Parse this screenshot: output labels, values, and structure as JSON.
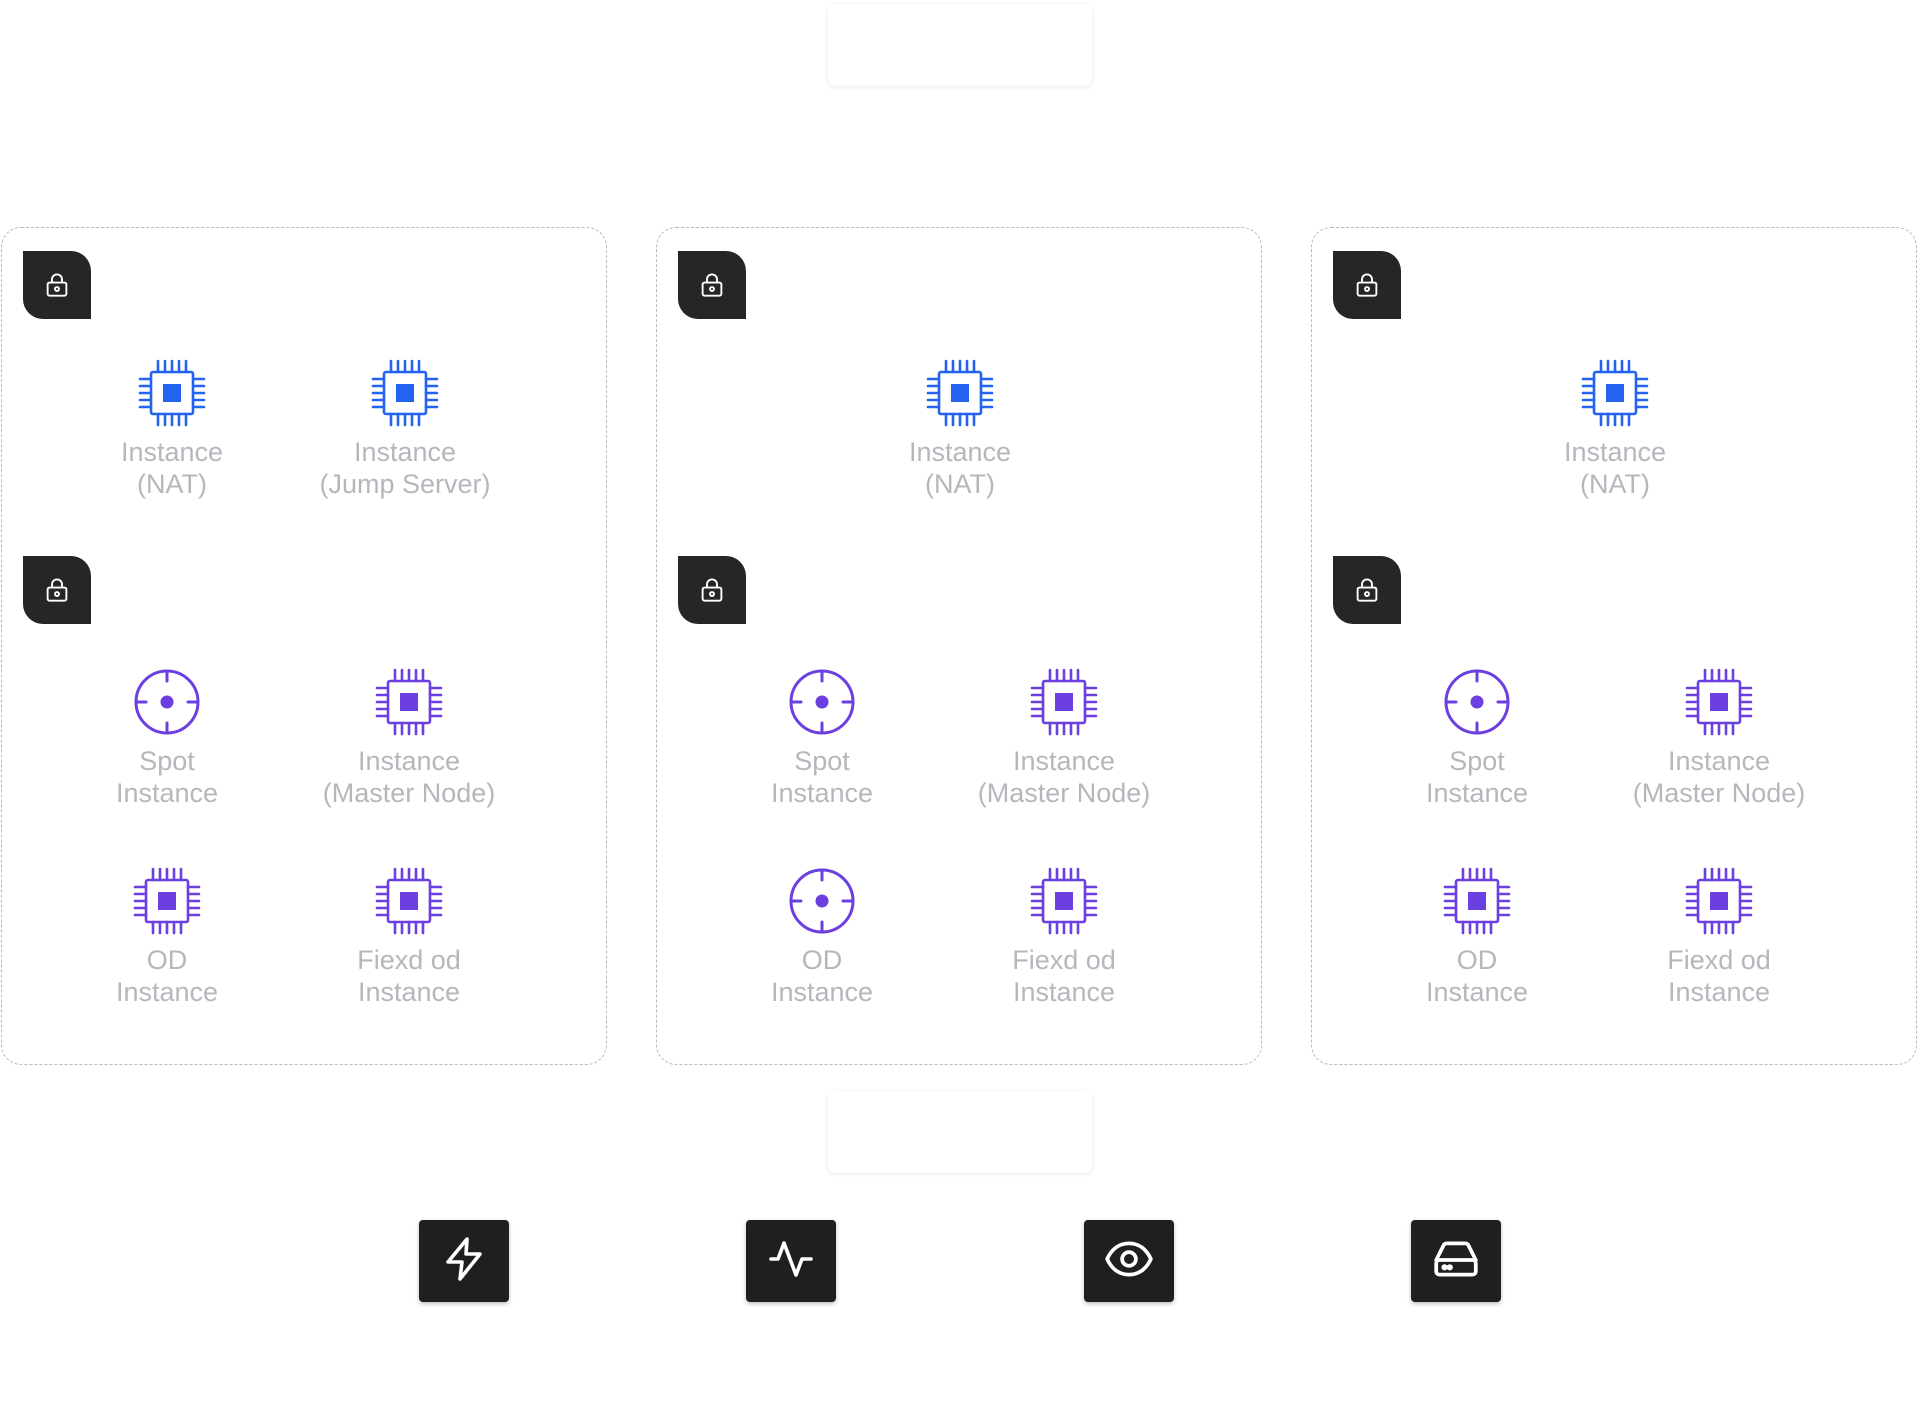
{
  "colors": {
    "public_icon": "#2463f0",
    "private_icon": "#6b3fe0",
    "label": "#b6b7bd",
    "badge": "#262626",
    "zone_border": "#b9b9be"
  },
  "zones": [
    {
      "public_nodes": [
        {
          "icon": "chip-icon",
          "line1": "Instance",
          "line2": "(NAT)"
        },
        {
          "icon": "chip-icon",
          "line1": "Instance",
          "line2": "(Jump Server)"
        }
      ],
      "private_nodes": [
        {
          "icon": "target-icon",
          "line1": "Spot",
          "line2": "Instance"
        },
        {
          "icon": "chip-icon",
          "line1": "Instance",
          "line2": "(Master Node)"
        },
        {
          "icon": "chip-icon",
          "line1": "OD",
          "line2": "Instance"
        },
        {
          "icon": "chip-icon",
          "line1": "Fiexd od",
          "line2": "Instance"
        }
      ]
    },
    {
      "public_nodes": [
        {
          "icon": "chip-icon",
          "line1": "Instance",
          "line2": "(NAT)"
        }
      ],
      "private_nodes": [
        {
          "icon": "target-icon",
          "line1": "Spot",
          "line2": "Instance"
        },
        {
          "icon": "chip-icon",
          "line1": "Instance",
          "line2": "(Master Node)"
        },
        {
          "icon": "target-icon",
          "line1": "OD",
          "line2": "Instance"
        },
        {
          "icon": "chip-icon",
          "line1": "Fiexd od",
          "line2": "Instance"
        }
      ]
    },
    {
      "public_nodes": [
        {
          "icon": "chip-icon",
          "line1": "Instance",
          "line2": "(NAT)"
        }
      ],
      "private_nodes": [
        {
          "icon": "target-icon",
          "line1": "Spot",
          "line2": "Instance"
        },
        {
          "icon": "chip-icon",
          "line1": "Instance",
          "line2": "(Master Node)"
        },
        {
          "icon": "chip-icon",
          "line1": "OD",
          "line2": "Instance"
        },
        {
          "icon": "chip-icon",
          "line1": "Fiexd od",
          "line2": "Instance"
        }
      ]
    }
  ],
  "services": [
    {
      "icon": "lightning-icon"
    },
    {
      "icon": "activity-icon"
    },
    {
      "icon": "eye-icon"
    },
    {
      "icon": "hard-drive-icon"
    }
  ]
}
